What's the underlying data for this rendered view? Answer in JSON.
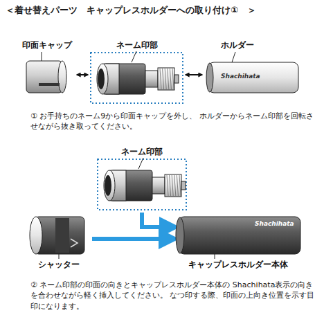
{
  "diagram": {
    "title": "＜着せ替えパーツ　キャップレスホルダーへの取り付け①　＞",
    "nodes": [
      {
        "text": [
          "印面キャップ"
        ]
      },
      {
        "text": [
          "ネーム印部"
        ]
      },
      {
        "text": [
          "ホルダー",
          "Shachihata"
        ]
      },
      {
        "text": [
          "ネーム印部"
        ]
      },
      {
        "text": [
          "シャッター"
        ]
      },
      {
        "text": [
          "キャップレスホルダー本体",
          "Shachihata"
        ]
      }
    ],
    "edges": [
      {
        "from": 0,
        "to": 1,
        "arrow": "both"
      },
      {
        "from": 1,
        "to": 2,
        "arrow": "both"
      },
      {
        "from": 4,
        "to": 5,
        "arrow": "to"
      },
      {
        "from": 3,
        "to": 5,
        "arrow": "to"
      }
    ],
    "labels": [
      "① お手持ちのネーム9から印面キャップを外し、 ホルダーからネーム印部を回転させながら抜き取ってください。",
      "② ネーム印部の印面の向きとキャップレスホルダー本体の Shachihata表示の向きを合わせながら軽く挿入してください。 なつ印する際、印面の上向き位置を示す目印になります。"
    ]
  }
}
